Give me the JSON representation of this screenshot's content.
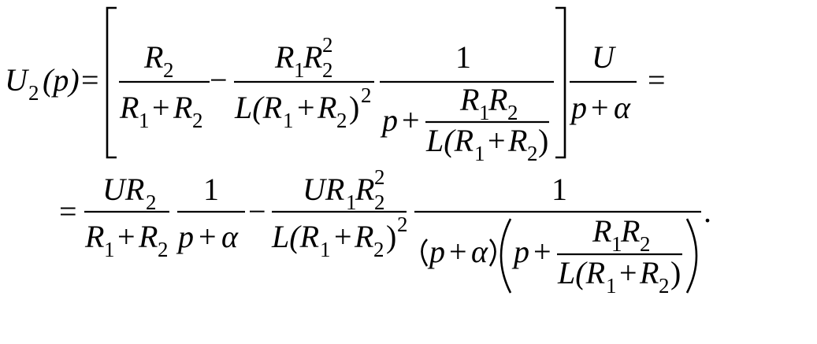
{
  "equation": {
    "line1": {
      "lhs_symbol": "U",
      "lhs_sub": "2",
      "lhs_arg": "(p)",
      "eq": "=",
      "f1": {
        "num": "R",
        "num_sub": "2",
        "den_a": "R",
        "den_a_sub": "1",
        "den_plus": "+",
        "den_b": "R",
        "den_b_sub": "2"
      },
      "minus": "−",
      "f2": {
        "num_a": "R",
        "num_a_sub": "1",
        "num_b": "R",
        "num_b_sub": "2",
        "num_b_sup": "2",
        "den_L": "L(R",
        "den_sub1": "1",
        "den_plus": "+",
        "den_R2": "R",
        "den_sub2": "2",
        "den_close": ")",
        "den_sup": "2"
      },
      "f3": {
        "num": "1",
        "den_p": "p",
        "den_plus": "+",
        "inner_num_a": "R",
        "inner_num_a_sub": "1",
        "inner_num_b": "R",
        "inner_num_b_sub": "2",
        "inner_den_L": "L(R",
        "inner_den_sub1": "1",
        "inner_den_plus": "+",
        "inner_den_R2": "R",
        "inner_den_sub2": "2",
        "inner_den_close": ")"
      },
      "f4": {
        "num": "U",
        "den_p": "p",
        "den_plus": "+",
        "den_alpha": "α"
      },
      "eq2": "="
    },
    "line2": {
      "eq": "=",
      "g1": {
        "num": "UR",
        "num_sub": "2",
        "den_a": "R",
        "den_a_sub": "1",
        "den_plus": "+",
        "den_b": "R",
        "den_b_sub": "2"
      },
      "g2": {
        "num": "1",
        "den_p": "p",
        "den_plus": "+",
        "den_alpha": "α"
      },
      "minus": "−",
      "g3": {
        "num": "UR",
        "num_sub1": "1",
        "num_R": "R",
        "num_sub2": "2",
        "num_sup": "2",
        "den_L": "L(R",
        "den_sub1": "1",
        "den_plus": "+",
        "den_R2": "R",
        "den_sub2": "2",
        "den_close": ")",
        "den_sup": "2"
      },
      "g4": {
        "num": "1",
        "par1_p": "p",
        "par1_plus": "+",
        "par1_alpha": "α",
        "par2_p": "p",
        "par2_plus": "+",
        "inner_num_a": "R",
        "inner_num_a_sub": "1",
        "inner_num_b": "R",
        "inner_num_b_sub": "2",
        "inner_den_L": "L(R",
        "inner_den_sub1": "1",
        "inner_den_plus": "+",
        "inner_den_R2": "R",
        "inner_den_sub2": "2",
        "inner_den_close": ")"
      },
      "period": "."
    }
  }
}
